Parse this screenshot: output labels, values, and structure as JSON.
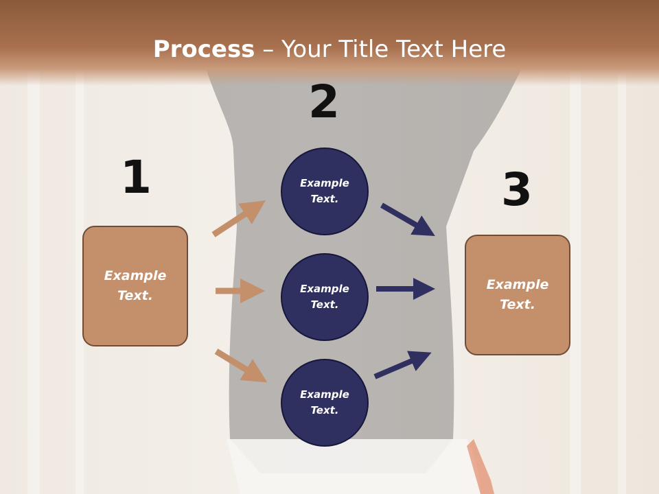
{
  "title": {
    "bold": "Process",
    "rest": " – Your Title Text Here"
  },
  "steps": [
    {
      "number": "1",
      "text": "Example Text."
    },
    {
      "number": "2",
      "text": "Example Text."
    },
    {
      "number": "3",
      "text": "Example Text."
    }
  ],
  "circles": [
    {
      "text": "Example Text."
    },
    {
      "text": "Example Text."
    },
    {
      "text": "Example Text."
    }
  ],
  "colors": {
    "box": "#c48f6b",
    "circle": "#2f3060",
    "arrow_left": "#c48f6b",
    "arrow_right": "#2f3060",
    "title_band": "#a8704e"
  }
}
